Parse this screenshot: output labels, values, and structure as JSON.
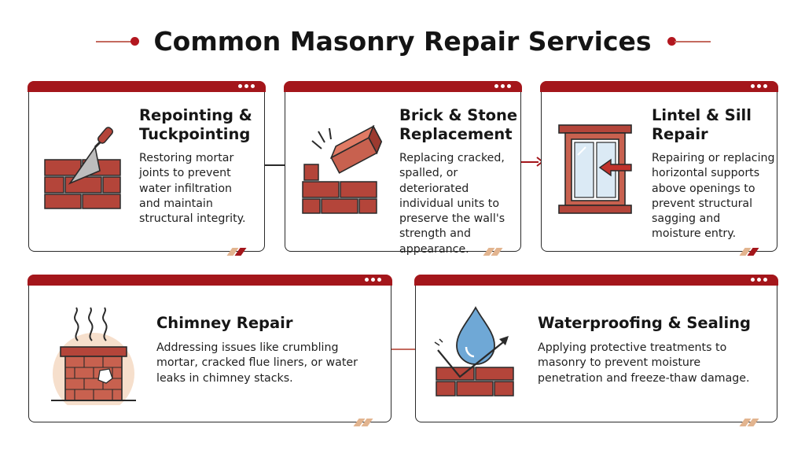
{
  "page": {
    "title": "Common Masonry Repair Services"
  },
  "colors": {
    "accent": "#a4161b",
    "brick": "#b4453a",
    "mortar": "#ffffff",
    "tan": "#e2b48f",
    "water": "#6fa8d6"
  },
  "services": [
    {
      "id": "repointing",
      "title_line1": "Repointing &",
      "title_line2": "Tuckpointing",
      "desc_lines": [
        "Restoring mortar",
        "joints to prevent",
        "water infiltration",
        "and maintain",
        "structural integrity."
      ],
      "icon": "trowel-brick-wall-icon"
    },
    {
      "id": "replacement",
      "title_line1": "Brick & Stone",
      "title_line2": "Replacement",
      "desc_lines": [
        "Replacing cracked,",
        "spalled, or deteriorated",
        "individual units to",
        "preserve the wall's",
        "strength and",
        "appearance."
      ],
      "icon": "falling-brick-icon"
    },
    {
      "id": "lintel",
      "title_line1": "Lintel & Sill",
      "title_line2": "Repair",
      "desc_lines": [
        "Repairing or replacing",
        "horizontal supports",
        "above openings to",
        "prevent structural",
        "sagging and",
        "moisture entry."
      ],
      "icon": "window-lintel-icon"
    },
    {
      "id": "chimney",
      "title_line1": "Chimney Repair",
      "desc_lines": [
        "Addressing issues like crumbling",
        "mortar, cracked flue liners, or water",
        "leaks in chimney stacks."
      ],
      "icon": "chimney-icon"
    },
    {
      "id": "waterproofing",
      "title_line1": "Waterproofing & Sealing",
      "desc_lines": [
        "Applying protective treatments to",
        "masonry to prevent moisture",
        "penetration and freeze-thaw damage."
      ],
      "icon": "water-drop-brick-icon"
    }
  ]
}
